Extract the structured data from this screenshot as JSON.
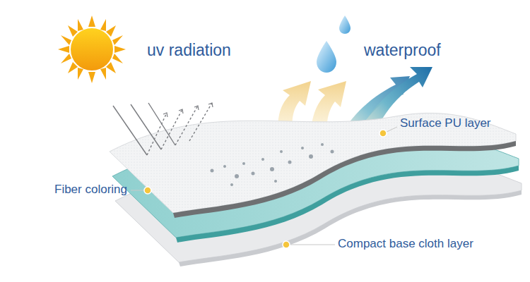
{
  "diagram": {
    "labels": [
      "uv radiation",
      "waterproof",
      "Surface PU layer",
      "Fiber coloring",
      "Compact base cloth layer"
    ]
  }
}
